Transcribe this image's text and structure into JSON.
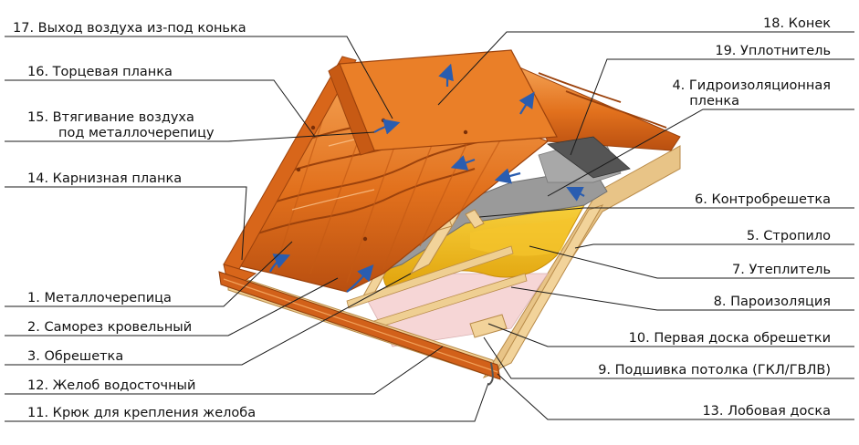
{
  "colors": {
    "tile": "#e2711d",
    "tile_dark": "#b94f10",
    "tile_light": "#f29a4a",
    "wood": "#f2d39a",
    "wood_dark": "#c9a064",
    "insulation": "#f2b817",
    "membrane": "#8c8c8c",
    "vapor_barrier": "#f6d6d6",
    "airflow_arrow": "#2a5db0",
    "leader": "#1a1a1a"
  },
  "labels": {
    "l17": "17. Выход воздуха из-под конька",
    "l16": "16. Торцевая планка",
    "l15a": "15. Втягивание воздуха",
    "l15b": "под металлочерепицу",
    "l14": "14. Карнизная планка",
    "l1": "1. Металлочерепица",
    "l2": "2. Саморез кровельный",
    "l3": "3. Обрешетка",
    "l12": "12. Желоб водосточный",
    "l11": "11. Крюк для крепления желоба",
    "r18": "18. Конек",
    "r19": "19. Уплотнитель",
    "r4a": "4. Гидроизоляционная",
    "r4b": "пленка",
    "r6": "6. Контробрешетка",
    "r5": "5. Стропило",
    "r7": "7. Утеплитель",
    "r8": "8. Пароизоляция",
    "r10": "10. Первая доска обрешетки",
    "r9": "9. Подшивка потолка (ГКЛ/ГВЛВ)",
    "r13": "13. Лобовая доска"
  }
}
